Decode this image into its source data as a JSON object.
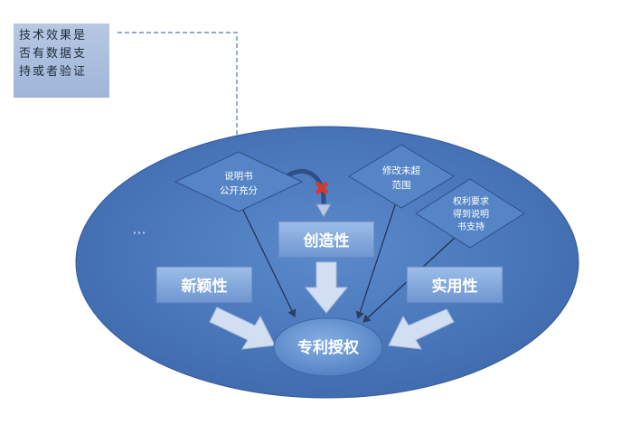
{
  "callout": {
    "lines": [
      "技术效果是",
      "否有数据支",
      "持或者验证"
    ]
  },
  "diagram": {
    "center": "专利授权",
    "boxes": {
      "novelty": "新颖性",
      "creativity": "创造性",
      "practicality": "实用性"
    },
    "diamonds": {
      "disclosure": [
        "说明书",
        "公开充分"
      ],
      "amendment": [
        "修改未超",
        "范围"
      ],
      "claims_support": [
        "权利要求",
        "得到说明",
        "书支持"
      ]
    },
    "ellipsis": "···",
    "marker": "✖"
  },
  "colors": {
    "ellipse_fill": "#4a78b8",
    "ellipse_edge": "#3a5f99",
    "box_fill": "#7fa6dc",
    "arrow_fill": "#c9d7ee",
    "center_fill": "#5f8fd0",
    "marker": "#d63a2e"
  }
}
